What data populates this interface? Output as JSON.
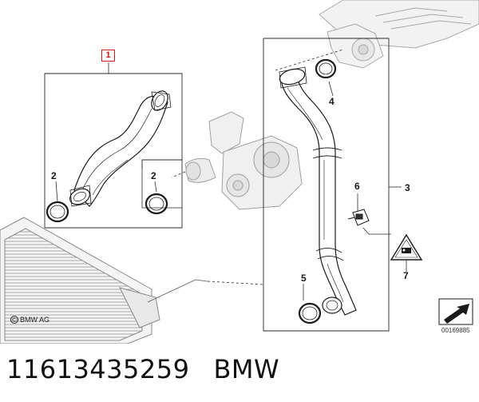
{
  "diagram": {
    "highlighted_callout": "1",
    "callouts": {
      "c1": "1",
      "c2_left": "2",
      "c2_right": "2",
      "c3": "3",
      "c4": "4",
      "c5": "5",
      "c6": "6",
      "c7": "7"
    },
    "copyright_symbol": "©",
    "copyright": "BMW AG",
    "drawing_number": "00169885"
  },
  "caption": {
    "part_number": "11613435259",
    "brand": "BMW"
  },
  "colors": {
    "line": "#1a1a1a",
    "gray_part": "#9a9a9a",
    "highlight_box": "#d31a1a",
    "callout_text": "#1a1a1a"
  }
}
